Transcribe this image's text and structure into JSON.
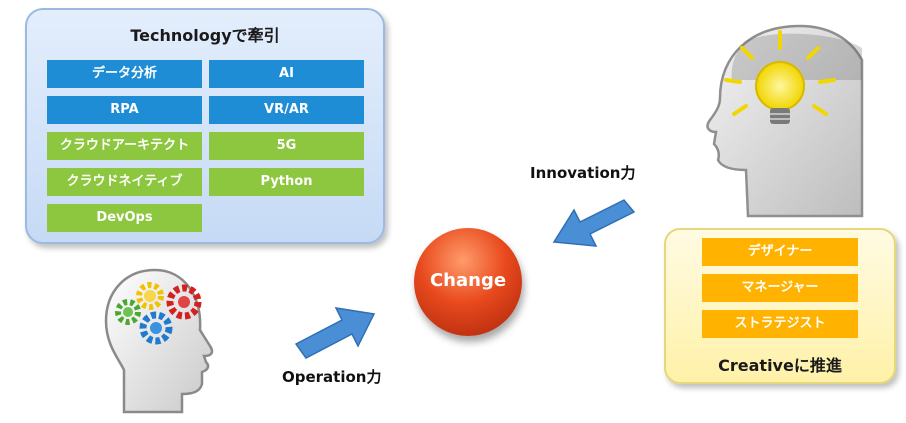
{
  "technology_panel": {
    "title": "Technologyで牽引",
    "tiles": [
      {
        "label": "データ分析",
        "color": "#1f8dd6"
      },
      {
        "label": "AI",
        "color": "#1f8dd6"
      },
      {
        "label": "RPA",
        "color": "#1f8dd6"
      },
      {
        "label": "VR/AR",
        "color": "#1f8dd6"
      },
      {
        "label": "クラウドアーキテクト",
        "color": "#8dc63f"
      },
      {
        "label": "5G",
        "color": "#8dc63f"
      },
      {
        "label": "クラウドネイティブ",
        "color": "#8dc63f"
      },
      {
        "label": "Python",
        "color": "#8dc63f"
      },
      {
        "label": "DevOps",
        "color": "#8dc63f"
      }
    ]
  },
  "center": {
    "label": "Change",
    "color": "#e8491d"
  },
  "innovation_label": "Innovation力",
  "operation_label": "Operation力",
  "creative_panel": {
    "title": "Creativeに推進",
    "tiles": [
      {
        "label": "デザイナー",
        "color": "#ffb300"
      },
      {
        "label": "マネージャー",
        "color": "#ffb300"
      },
      {
        "label": "ストラテジスト",
        "color": "#ffb300"
      }
    ]
  },
  "icons": {
    "left_head": "head-gears-icon",
    "right_head": "head-lightbulb-icon",
    "arrow_color": "#4a8fd6"
  }
}
